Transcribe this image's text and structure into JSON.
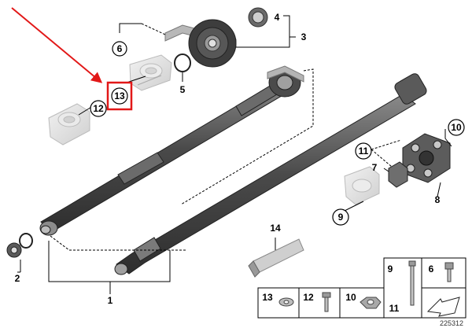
{
  "diagram": {
    "part_labels": {
      "p1": "1",
      "p2": "2",
      "p3": "3",
      "p4": "4",
      "p5": "5",
      "p6": "6",
      "p7": "7",
      "p8": "8",
      "p9": "9",
      "p10": "10",
      "p11": "11",
      "p12": "12",
      "p13": "13",
      "p14": "14"
    },
    "legend": {
      "cell13": "13",
      "cell12": "12",
      "cell10": "10",
      "cell11": "11",
      "cell9": "9",
      "cell6": "6"
    },
    "diagram_id": "225312",
    "colors": {
      "highlight_red": "#e21818",
      "shaft_dark": "#5a5a5a",
      "ghost_part": "#dcdcdc"
    }
  }
}
